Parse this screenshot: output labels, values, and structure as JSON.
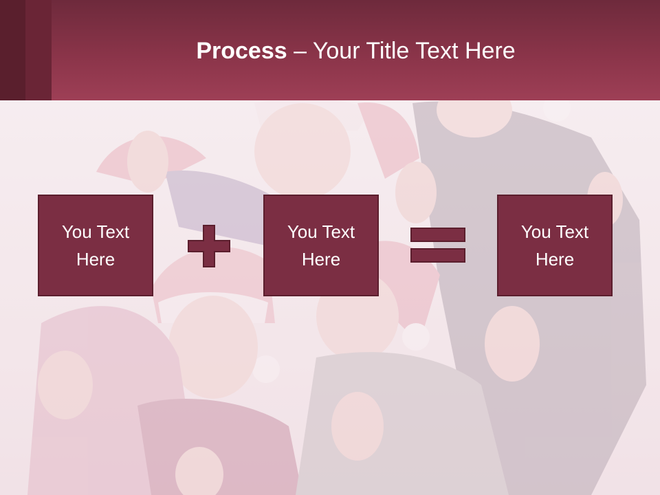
{
  "slide": {
    "title_bold": "Process",
    "title_rest": " – Your Title Text Here"
  },
  "process": {
    "boxes": [
      "You Text\nHere",
      "You Text\nHere",
      "You Text\nHere"
    ],
    "operators": [
      "plus-icon",
      "equals-icon"
    ]
  },
  "colors": {
    "header": "#8a3449",
    "box_fill": "#7b2e43",
    "box_border": "#5b1e2d",
    "operator": "#7b2e43"
  }
}
